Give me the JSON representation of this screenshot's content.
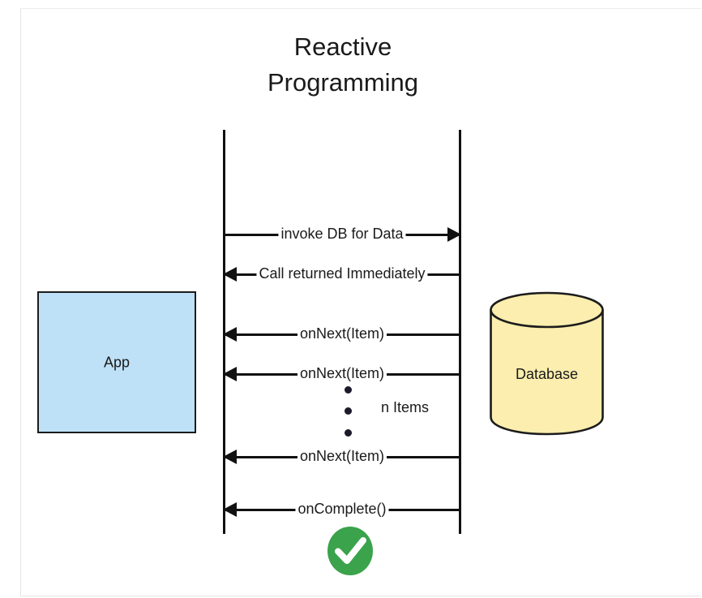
{
  "diagram": {
    "title": "Reactive\nProgramming",
    "title_lines": [
      "Reactive",
      "Programming"
    ],
    "type": "sequence-diagram",
    "participants": [
      {
        "id": "app",
        "label": "App",
        "shape": "rectangle",
        "fill": "#bfe1f8",
        "stroke": "#1c1c1c"
      },
      {
        "id": "database",
        "label": "Database",
        "shape": "cylinder",
        "fill": "#fbeeae",
        "stroke": "#1c1c1c"
      }
    ],
    "messages": [
      {
        "label": "invoke DB for Data",
        "direction": "app-to-database"
      },
      {
        "label": "Call returned Immediately",
        "direction": "database-to-app"
      },
      {
        "label": "onNext(Item)",
        "direction": "database-to-app"
      },
      {
        "label": "onNext(Item)",
        "direction": "database-to-app"
      },
      {
        "label": "onNext(Item)",
        "direction": "database-to-app"
      },
      {
        "label": "onComplete()",
        "direction": "database-to-app"
      }
    ],
    "annotations": {
      "n_items": "n Items",
      "ellipsis_dots": 3
    },
    "status_icon": {
      "name": "green-check-circle",
      "circle_color": "#3ba34b",
      "check_color": "#ffffff"
    }
  }
}
